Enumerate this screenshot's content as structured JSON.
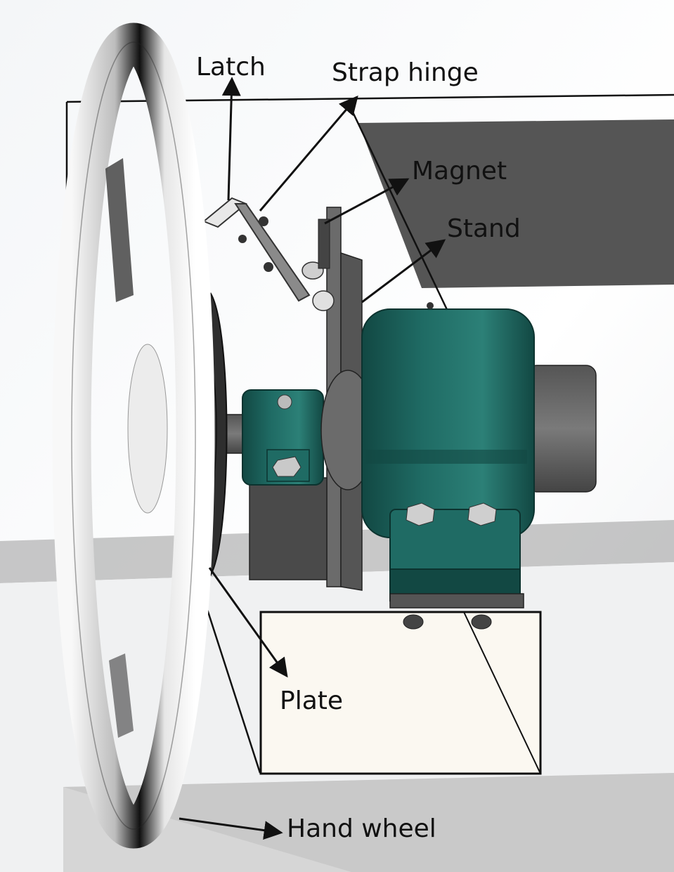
{
  "labels": {
    "latch": "Latch",
    "strap_hinge": "Strap hinge",
    "magnet": "Magnet",
    "stand": "Stand",
    "plate": "Plate",
    "hand_wheel": "Hand wheel"
  },
  "colors": {
    "bearing": "#1f6b64",
    "bearing_dark": "#124843",
    "metal_dark": "#4a4a4a",
    "metal_mid": "#6b6b6b",
    "frame_line": "#111111",
    "leader_arrow": "#111111"
  }
}
